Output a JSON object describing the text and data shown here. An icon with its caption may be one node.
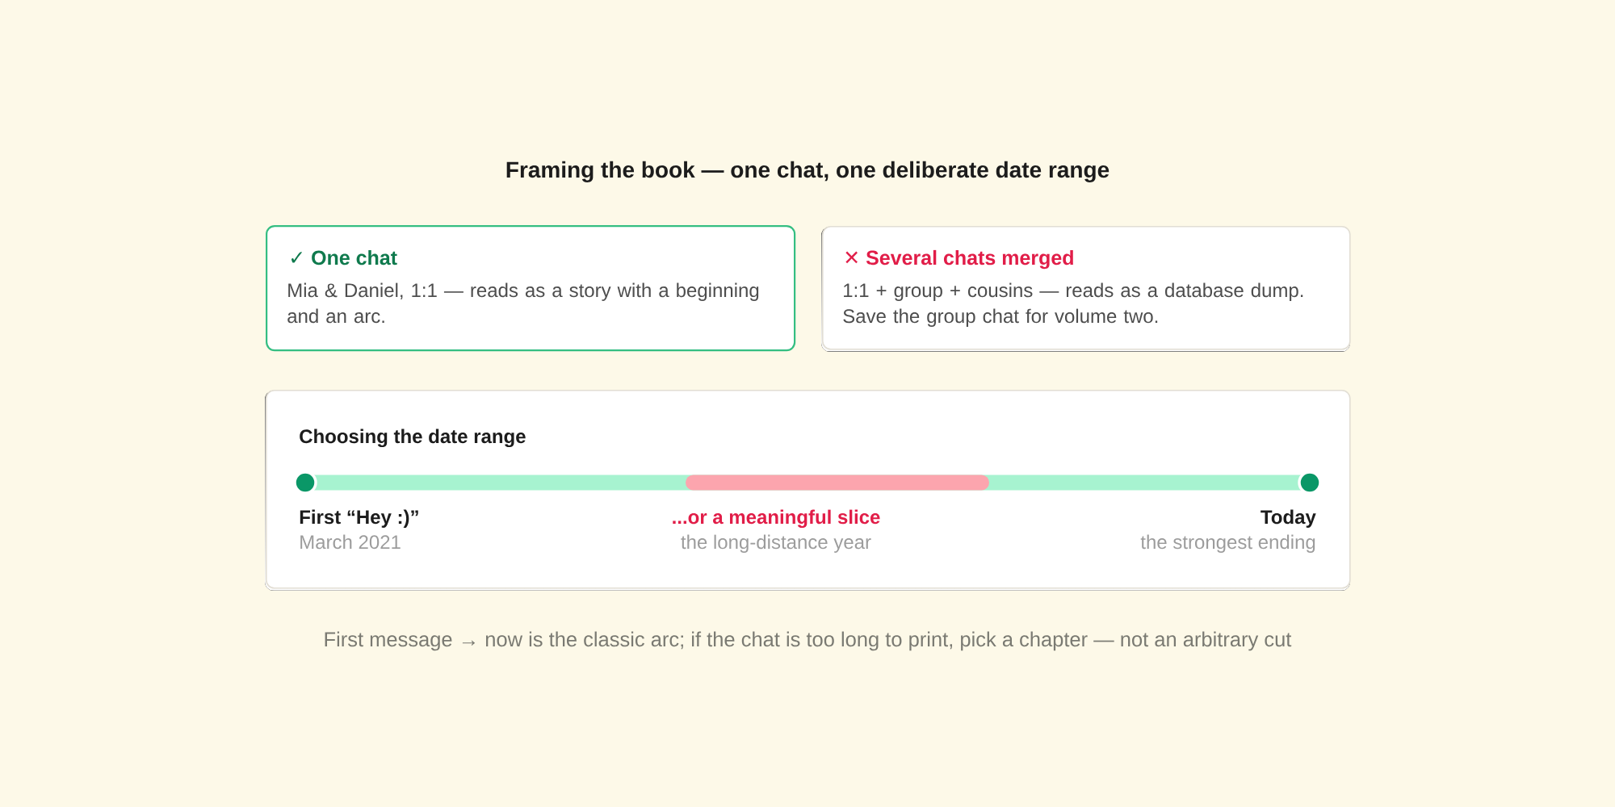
{
  "diagram": {
    "title": "Framing the book — one chat, one deliberate date range",
    "nodes": [
      {
        "text": [
          "✓ One chat",
          "Mia & Daniel, 1:1 — reads as a story with a beginning and an arc."
        ]
      },
      {
        "text": [
          "✕ Several chats merged",
          "1:1 + group + cousins — reads as a database dump. Save the group chat for volume two."
        ]
      },
      {
        "text": [
          "Choosing the date range"
        ]
      }
    ],
    "labels": [
      "First “Hey :)”",
      "March 2021",
      "...or a meaningful slice",
      "the long-distance year",
      "Today",
      "the strongest ending"
    ],
    "caption": "First message → now is the classic arc; if the chat is too long to print, pick a chapter — not an arbitrary cut"
  }
}
